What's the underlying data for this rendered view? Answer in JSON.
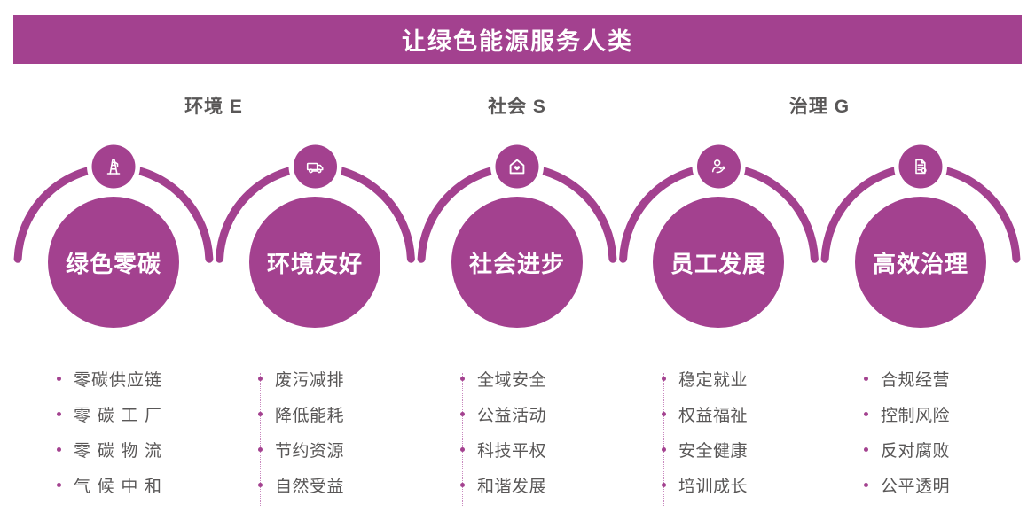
{
  "banner": {
    "title": "让绿色能源服务人类"
  },
  "sections": [
    {
      "label": "环境 E"
    },
    {
      "label": "社会 S"
    },
    {
      "label": "治理 G"
    }
  ],
  "pillars": [
    {
      "label": "绿色零碳",
      "icon": "oil-rig-icon",
      "items": [
        "零碳供应链",
        "零碳工厂",
        "零碳物流",
        "气候中和"
      ]
    },
    {
      "label": "环境友好",
      "icon": "truck-icon",
      "items": [
        "废污减排",
        "降低能耗",
        "节约资源",
        "自然受益"
      ]
    },
    {
      "label": "社会进步",
      "icon": "house-heart-icon",
      "items": [
        "全域安全",
        "公益活动",
        "科技平权",
        "和谐发展"
      ]
    },
    {
      "label": "员工发展",
      "icon": "person-growth-icon",
      "items": [
        "稳定就业",
        "权益福祉",
        "安全健康",
        "培训成长"
      ]
    },
    {
      "label": "高效治理",
      "icon": "document-audit-icon",
      "items": [
        "合规经营",
        "控制风险",
        "反对腐败",
        "公平透明"
      ]
    }
  ],
  "colors": {
    "primary": "#A3418F",
    "text": "#595757",
    "dotted_line": "#C98ABF"
  }
}
